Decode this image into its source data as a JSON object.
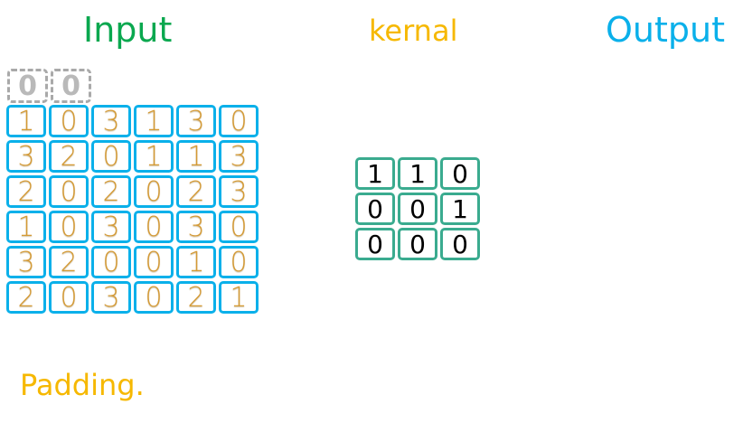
{
  "labels": {
    "input": "Input",
    "kernel": "kernal",
    "output": "Output",
    "padding": "Padding."
  },
  "colors": {
    "input_title": "#0aa84f",
    "kernel_title": "#f6b800",
    "output_title": "#0ab0ea",
    "padding_label": "#f6b800",
    "input_border": "#0ab0ea",
    "input_digit": "#d49a35",
    "pad_border": "#a9a9a9",
    "pad_digit": "#b9b9b9",
    "kernel_border": "#3aab8f"
  },
  "padding_row": [
    "0",
    "0"
  ],
  "input_matrix": [
    [
      "1",
      "0",
      "3",
      "1",
      "3",
      "0"
    ],
    [
      "3",
      "2",
      "0",
      "1",
      "1",
      "3"
    ],
    [
      "2",
      "0",
      "2",
      "0",
      "2",
      "3"
    ],
    [
      "1",
      "0",
      "3",
      "0",
      "3",
      "0"
    ],
    [
      "3",
      "2",
      "0",
      "0",
      "1",
      "0"
    ],
    [
      "2",
      "0",
      "3",
      "0",
      "2",
      "1"
    ]
  ],
  "kernel_matrix": [
    [
      "1",
      "1",
      "0"
    ],
    [
      "0",
      "0",
      "1"
    ],
    [
      "0",
      "0",
      "0"
    ]
  ]
}
